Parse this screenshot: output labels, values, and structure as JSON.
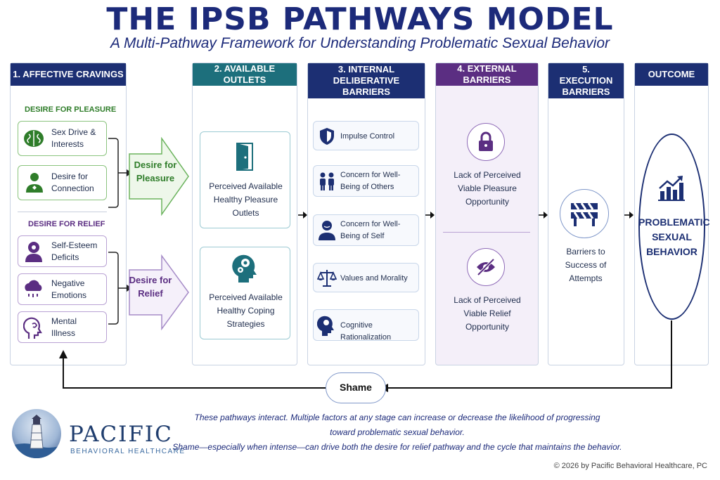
{
  "title": "THE IPSB PATHWAYS MODEL",
  "subtitle": "A Multi-Pathway Framework for Understanding Problematic Sexual Behavior",
  "columns": {
    "c1": {
      "header": "1. AFFECTIVE CRAVINGS",
      "pleasure_heading": "DESIRE FOR PLEASURE",
      "relief_heading": "DESIRE FOR RELIEF",
      "pleasure_items": [
        "Sex Drive & Interests",
        "Desire for Connection"
      ],
      "relief_items": [
        "Self-Esteem Deficits",
        "Negative Emotions",
        "Mental Illness"
      ],
      "pleasure_arrow": "Desire for Pleasure",
      "relief_arrow": "Desire for Relief"
    },
    "c2": {
      "header": "2. AVAILABLE OUTLETS",
      "items": [
        "Perceived Available Healthy Pleasure Outlets",
        "Perceived Available Healthy Coping Strategies"
      ]
    },
    "c3": {
      "header": "3. INTERNAL DELIBERATIVE BARRIERS",
      "items": [
        "Impulse Control",
        "Concern for Well-Being of Others",
        "Concern for Well-Being of Self",
        "Values and Morality",
        "Cognitive Rationalization"
      ]
    },
    "c4": {
      "header": "4. EXTERNAL BARRIERS",
      "items": [
        "Lack of Perceived Viable Pleasure Opportunity",
        "Lack of Perceived Viable Relief Opportunity"
      ]
    },
    "c5": {
      "header": "5. EXECUTION BARRIERS",
      "item": "Barriers to Success of Attempts"
    },
    "c6": {
      "header": "OUTCOME",
      "item": "PROBLEMATIC SEXUAL BEHAVIOR"
    }
  },
  "shame": "Shame",
  "footnote": {
    "line1": "These pathways interact. Multiple factors at any stage can increase or decrease the likelihood of progressing",
    "line2": "toward problematic sexual behavior.",
    "line3": "Shame—especially when intense—can drive both the desire for relief pathway and the cycle that maintains the behavior."
  },
  "logo": {
    "name": "PACIFIC",
    "tagline": "BEHAVIORAL HEALTHCARE"
  },
  "copyright": "© 2026 by Pacific Behavioral Healthcare, PC",
  "colors": {
    "navy": "#1c2f73",
    "teal": "#1d6f7c",
    "purple": "#5b2e82",
    "green": "#3e8f3a"
  }
}
